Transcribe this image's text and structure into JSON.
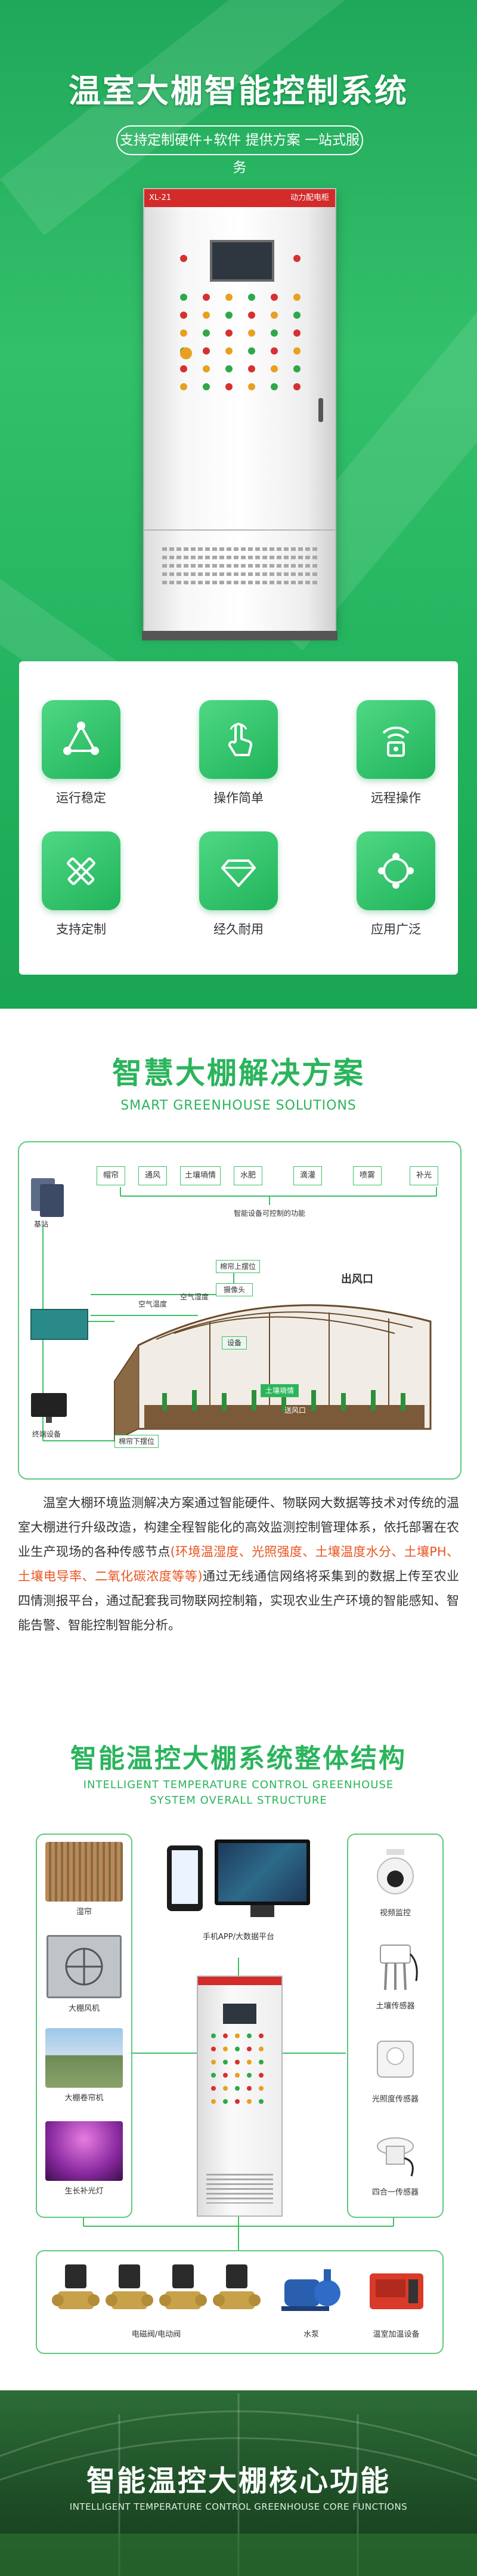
{
  "hero": {
    "title": "温室大棚智能控制系统",
    "tagline": "支持定制硬件+软件 提供方案 一站式服务",
    "cabinet_model": "XL-21",
    "cabinet_label": "动力配电柜",
    "features": [
      {
        "label": "运行稳定",
        "icon": "triangle-nodes-icon"
      },
      {
        "label": "操作简单",
        "icon": "hand-tap-icon"
      },
      {
        "label": "远程操作",
        "icon": "wifi-remote-icon"
      },
      {
        "label": "支持定制",
        "icon": "ruler-pencil-icon"
      },
      {
        "label": "经久耐用",
        "icon": "diamond-icon"
      },
      {
        "label": "应用广泛",
        "icon": "target-icon"
      }
    ]
  },
  "solutions": {
    "title": "智慧大棚解决方案",
    "subtitle": "SMART GREENHOUSE SOLUTIONS",
    "diagram": {
      "controls": [
        "帽帘",
        "通风",
        "土壤墒情",
        "水肥",
        "滴灌",
        "喷雾",
        "补光"
      ],
      "control_caption": "智能设备可控制的功能",
      "base_station": "基站",
      "terminal": "终端设备",
      "bar_top": "棉帘上摆位",
      "bar_bottom": "棉帘下摆位",
      "camera": "摄像头",
      "air_temp": "空气温度",
      "air_humidity": "空气湿度",
      "vent": "出风口",
      "device": "设备",
      "soil": "土壤墒情",
      "return_vent": "送风口"
    },
    "paragraph_parts": [
      "温室大棚环境监测解决方案通过智能硬件、物联网大数据等技术对传统的温室大棚进行升级改造，构建全程智能化的高效监测控制管理体系，依托部署在农业生产现场的各种传感节点",
      "(环境温湿度、光照强度、土壤温度水分、土壤PH、土壤电导率、二氧化碳浓度等等)",
      "通过无线通信网络将采集到的数据上传至农业四情测报平台，通过配套我司物联网控制箱，实现农业生产环境的智能感知、智能告警、智能控制智能分析。"
    ]
  },
  "structure": {
    "title": "智能温控大棚系统整体结构",
    "subtitle_line1": "INTELLIGENT TEMPERATURE CONTROL GREENHOUSE",
    "subtitle_line2": "SYSTEM OVERALL STRUCTURE",
    "platform_label": "手机APP/大数据平台",
    "left_items": [
      "湿帘",
      "大棚风机",
      "大棚卷帘机",
      "生长补光灯"
    ],
    "right_items": [
      "视频监控",
      "土壤传感器",
      "光照度传感器",
      "四合一传感器"
    ],
    "bottom_items": [
      "电磁阀/电动阀",
      "水泵",
      "温室加温设备"
    ]
  },
  "core": {
    "title": "智能温控大棚核心功能",
    "subtitle": "INTELLIGENT TEMPERATURE CONTROL GREENHOUSE CORE FUNCTIONS"
  },
  "colors": {
    "brand_green": "#2bb45c",
    "highlight_orange": "#e8551f",
    "cabinet_red": "#d32a2a"
  }
}
